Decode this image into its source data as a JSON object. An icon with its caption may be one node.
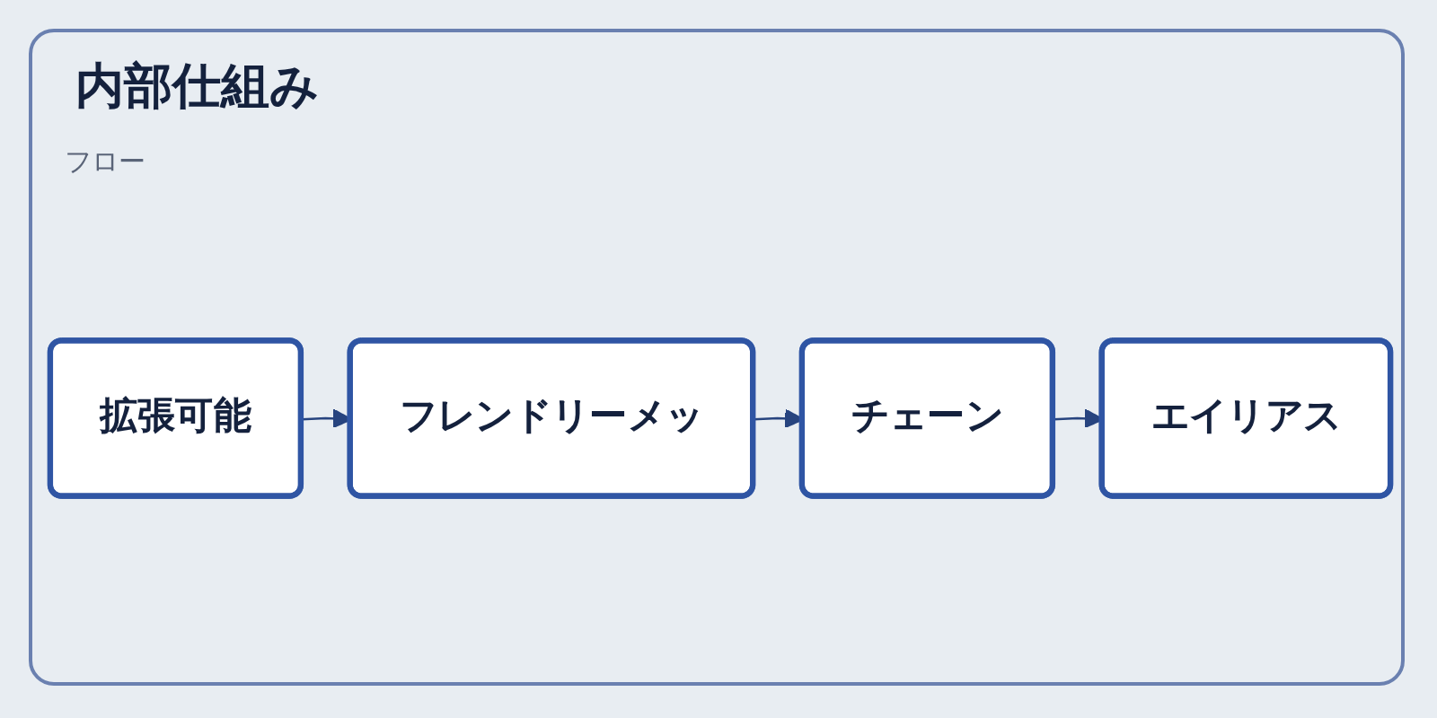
{
  "diagram": {
    "title": "内部仕組み",
    "nodes": [
      {
        "text": [
          "拡張可能"
        ]
      },
      {
        "text": [
          "フレンドリーメッ"
        ]
      },
      {
        "text": [
          "チェーン"
        ]
      },
      {
        "text": [
          "エイリアス"
        ]
      }
    ],
    "edges": [
      {
        "from": 0,
        "to": 1,
        "arrow": "to"
      },
      {
        "from": 1,
        "to": 2,
        "arrow": "to"
      },
      {
        "from": 2,
        "to": 3,
        "arrow": "to"
      }
    ],
    "labels": [
      "フロー"
    ]
  }
}
